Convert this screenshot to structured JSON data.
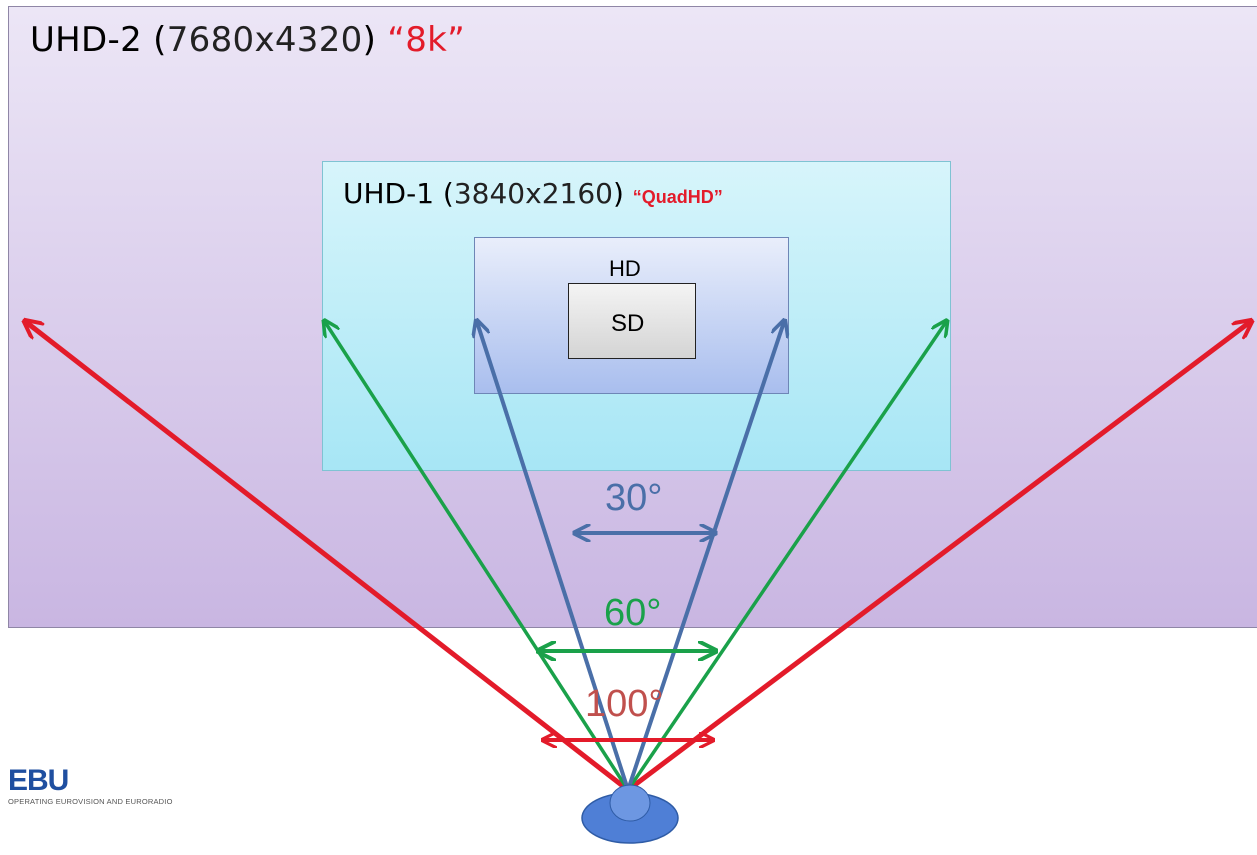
{
  "uhd2": {
    "name": "UHD-2 (",
    "resolution": "7680x4320",
    "close": ")",
    "nickname": "“8k”"
  },
  "uhd1": {
    "name": "UHD-1 (",
    "resolution": "3840x2160",
    "close": ")",
    "nickname": "“QuadHD”"
  },
  "hd": {
    "label": "HD"
  },
  "sd": {
    "label": "SD"
  },
  "angles": {
    "narrow": "30°",
    "medium": "60°",
    "wide": "100°"
  },
  "colors": {
    "red": "#e31b2a",
    "green": "#1aa14a",
    "blue": "#4a6fa8",
    "viewer": "#4f7fd6"
  },
  "logo": {
    "mark": "EBU",
    "tagline": "OPERATING EUROVISION AND EURORADIO"
  },
  "icons": {
    "viewer": "viewer-head-icon"
  }
}
